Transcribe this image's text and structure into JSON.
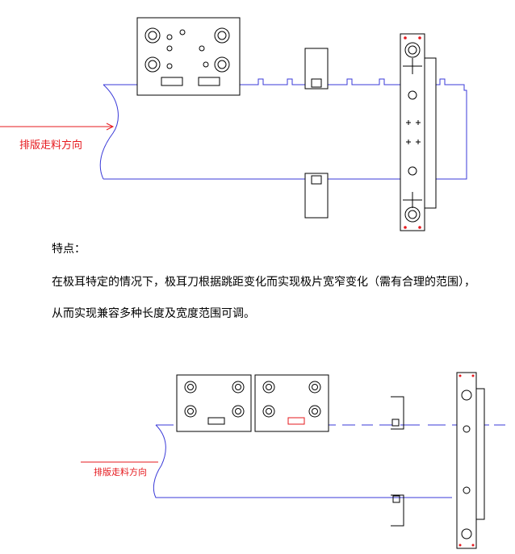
{
  "diagram_top": {
    "direction_label": "排版走料方向",
    "colors": {
      "strip": "#3a3ad8",
      "arrow": "#e6191e",
      "outline": "#000000"
    }
  },
  "text": {
    "features_title": "特点：",
    "features_line1": "在极耳特定的情况下，极耳刀根据跳距变化而实现极片宽窄变化（需有合理的范围），",
    "features_line2": "从而实现兼容多种长度及宽度范围可调。"
  },
  "diagram_bottom": {
    "direction_label": "排版走料方向"
  }
}
